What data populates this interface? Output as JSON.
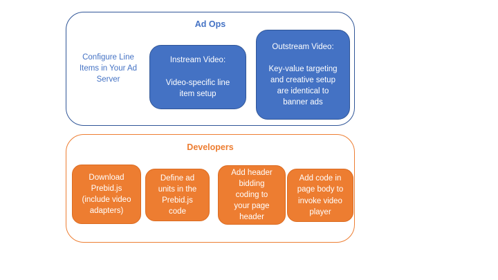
{
  "colors": {
    "blue_fill": "#4472C4",
    "blue_border": "#2F5597",
    "blue_text": "#4472C4",
    "orange_fill": "#ED7D31",
    "orange_border": "#DB6B21",
    "box_text": "#FFFFFF",
    "background": "#FFFFFF"
  },
  "ad_ops": {
    "title": "Ad Ops",
    "side_note": "Configure Line\nItems in Your Ad\nServer",
    "boxes": [
      {
        "label": "Instream Video:\n\nVideo-specific line\nitem setup"
      },
      {
        "label": "Outstream Video:\n\nKey-value targeting\nand creative setup\nare identical to\nbanner ads"
      }
    ]
  },
  "developers": {
    "title": "Developers",
    "boxes": [
      {
        "label": "Download\nPrebid.js\n(include video\nadapters)"
      },
      {
        "label": "Define ad\nunits in the\nPrebid.js\ncode"
      },
      {
        "label": "Add header\nbidding\ncoding to\nyour page\nheader"
      },
      {
        "label": "Add code in\npage body to\ninvoke video\nplayer"
      }
    ]
  }
}
